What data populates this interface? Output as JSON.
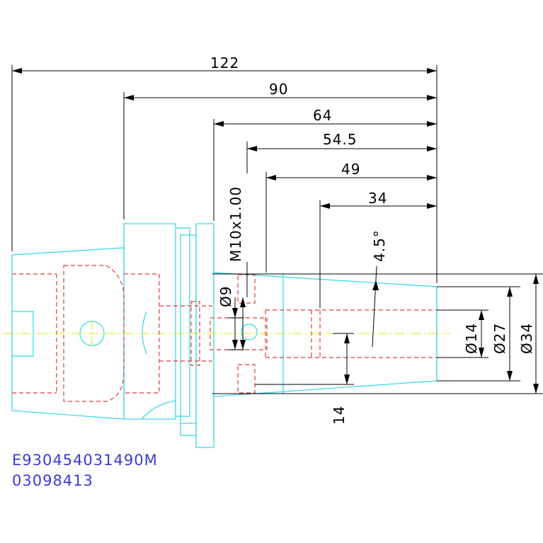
{
  "dimensions": {
    "length_overall": "122",
    "length_shank": "90",
    "length_body": "64",
    "length_thread": "54.5",
    "length_bore": "49",
    "length_taper": "34",
    "thread": "M10x1.00",
    "dia_small": "Ø9",
    "dia_bore": "Ø14",
    "dia_nose": "Ø27",
    "dia_body": "Ø34",
    "angle": "4.5°",
    "offset": "14"
  },
  "part_codes": {
    "order_number": "E930454031490M",
    "serial": "03098413"
  },
  "colors": {
    "outline": "#33d6e6",
    "hidden": "#e53935",
    "center": "#e6e600",
    "dimension": "#000000",
    "text_code": "#3a3ad8"
  }
}
